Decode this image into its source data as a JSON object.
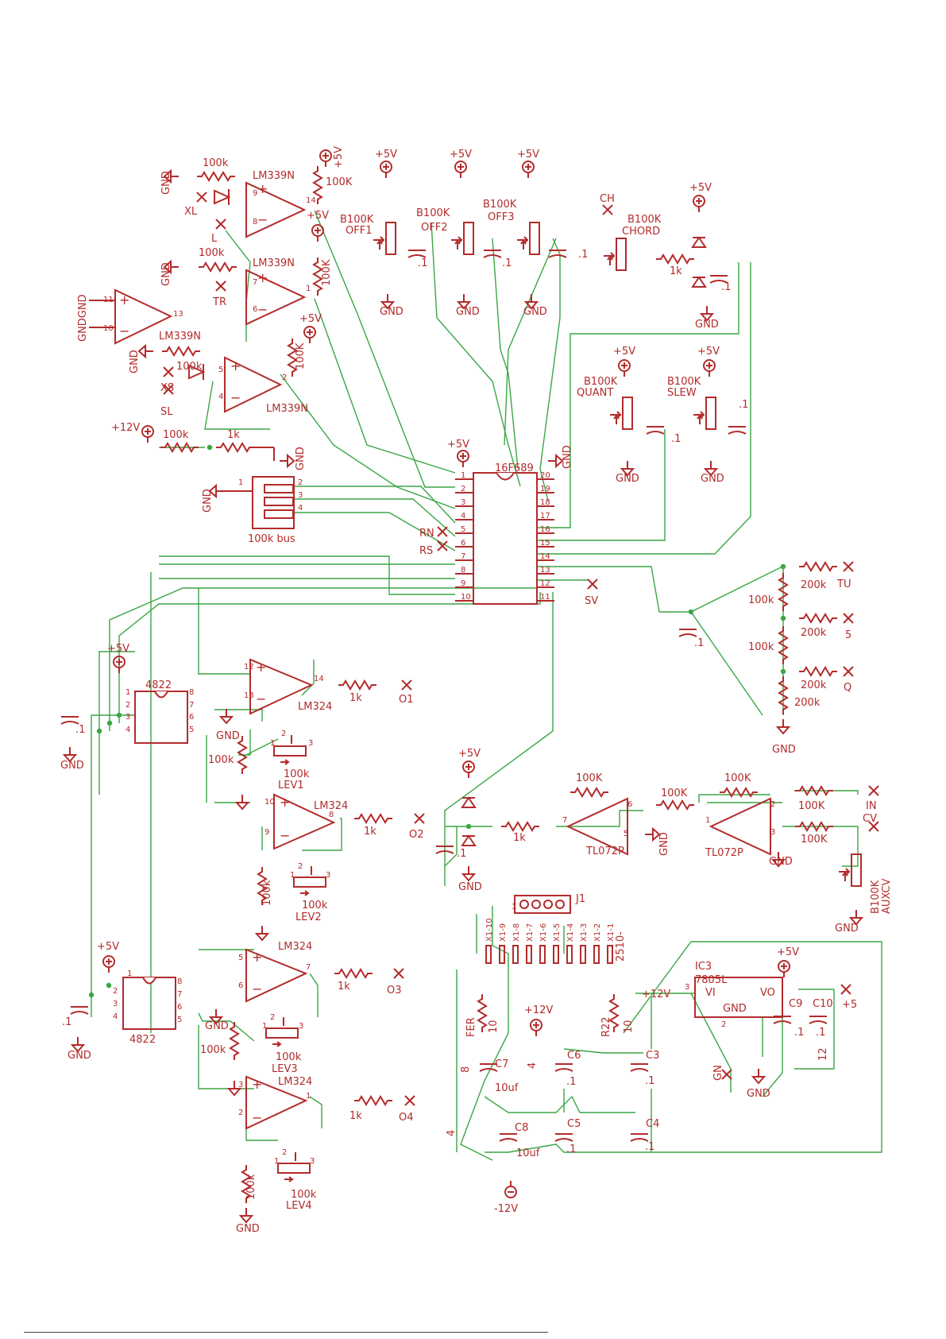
{
  "components": {
    "u1a": {
      "part": "LM339N",
      "pins": [
        "9",
        "8",
        "14"
      ]
    },
    "u1b": {
      "part": "LM339N",
      "pins": [
        "7",
        "6",
        "1"
      ]
    },
    "u1c": {
      "part": "",
      "pins": [
        "11",
        "10",
        "13"
      ]
    },
    "u1d": {
      "part": "LM339N",
      "pins": [
        "5",
        "4",
        "2"
      ]
    },
    "u1d_part2": "LM339N",
    "mcu": {
      "part": "16F689",
      "left_pins": [
        "1",
        "2",
        "3",
        "4",
        "5",
        "6",
        "7",
        "8",
        "9",
        "10"
      ],
      "right_pins": [
        "20",
        "19",
        "18",
        "17",
        "16",
        "15",
        "14",
        "13",
        "12",
        "11"
      ]
    },
    "bus": {
      "label": "100k bus",
      "pins": [
        "1",
        "2",
        "3",
        "4"
      ]
    },
    "u4822a": {
      "part": "4822",
      "pins": [
        "1",
        "2",
        "3",
        "4",
        "8",
        "7",
        "6",
        "5"
      ]
    },
    "u4822b": {
      "part": "4822",
      "pins": [
        "1",
        "2",
        "3",
        "4",
        "8",
        "7",
        "6",
        "5"
      ]
    },
    "lm324a": {
      "part": "LM324",
      "pins": [
        "12",
        "13",
        "14"
      ]
    },
    "lm324b": {
      "part": "LM324",
      "pins": [
        "10",
        "9",
        "8"
      ]
    },
    "lm324c": {
      "part": "LM324",
      "pins": [
        "5",
        "6",
        "7"
      ]
    },
    "lm324d": {
      "part": "LM324",
      "pins": [
        "3",
        "2",
        "1"
      ]
    },
    "tl072a": {
      "part": "TL072P",
      "pins": [
        "7",
        "6",
        "5"
      ]
    },
    "tl072b": {
      "part": "TL072P",
      "pins": [
        "1",
        "2",
        "3"
      ]
    },
    "ic3": {
      "ref": "IC3",
      "part": "7805L",
      "vi": "VI",
      "vo": "VO",
      "gnd": "GND",
      "pin_in": "3",
      "pin_gnd": "2"
    },
    "j1": {
      "ref": "J1",
      "pin1": "1",
      "header": "2510-",
      "pins": [
        "X1-10",
        "X1-9",
        "X1-8",
        "X1-7",
        "X1-6",
        "X1-5",
        "X1-4",
        "X1-3",
        "X1-2",
        "X1-1"
      ]
    },
    "fer": {
      "ref": "FER",
      "value": "10"
    },
    "r22": {
      "ref": "R22",
      "value": "10"
    }
  },
  "labels": {
    "gnd": "GND",
    "v5": "+5V",
    "v12": "+12V",
    "vm12": "-12V",
    "p5": "+5",
    "r100k": "100k",
    "r100K": "100K",
    "r1k": "1k",
    "r200k": "200k",
    "cap": ".1",
    "cap10": "10uf",
    "b100k": "B100K",
    "gndgnd": "GNDGND",
    "gn": "GN",
    "ch": "CH",
    "chord": "CHORD",
    "quant": "QUANT",
    "slew": "SLEW",
    "off1": "OFF1",
    "off2": "OFF2",
    "off3": "OFF3",
    "auxcv": "AUXCV",
    "lev1": "LEV1",
    "lev2": "LEV2",
    "lev3": "LEV3",
    "lev4": "LEV4",
    "c3": "C3",
    "c4": "C4",
    "c5": "C5",
    "c6": "C6",
    "c7": "C7",
    "c8": "C8",
    "c9": "C9",
    "c10": "C10",
    "n8": "8",
    "n4": "4",
    "n12": "12",
    "p1": "1",
    "p2": "2",
    "p3": "3"
  },
  "nets": {
    "xl": "XL",
    "l": "L",
    "tr": "TR",
    "xs": "XS",
    "sl": "SL",
    "rn": "RN",
    "rs": "RS",
    "sv": "SV",
    "o1": "O1",
    "o2": "O2",
    "o3": "O3",
    "o4": "O4",
    "tu": "TU",
    "five": "5",
    "q": "Q",
    "in": "IN",
    "cv": "CV"
  },
  "colors": {
    "component": "#b32b2b",
    "wire": "#3aa645",
    "background": "#ffffff"
  }
}
